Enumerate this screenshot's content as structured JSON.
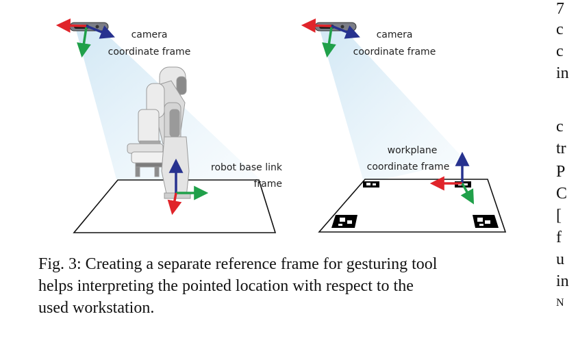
{
  "figure": {
    "left_labels": {
      "camera_line1": "camera",
      "camera_line2": "coordinate frame",
      "robot_line1": "robot base link",
      "robot_line2": "frame"
    },
    "right_labels": {
      "camera_line1": "camera",
      "camera_line2": "coordinate frame",
      "workplane_line1": "workplane",
      "workplane_line2": "coordinate frame"
    },
    "colors": {
      "x_axis": "#e0242a",
      "y_axis": "#20a04a",
      "z_axis": "#27328f",
      "view_cone": "#cfe6f4",
      "robot": "#dedede"
    }
  },
  "caption": {
    "line1": "Fig. 3: Creating a separate reference frame for gesturing tool",
    "line2": "helps interpreting the pointed location with respect to the",
    "line3": "used workstation."
  },
  "right_column_fragments": [
    "7",
    "c",
    "c",
    "in",
    "c",
    "tr",
    "P",
    "C",
    "[",
    "f",
    "u",
    "in",
    "N"
  ]
}
